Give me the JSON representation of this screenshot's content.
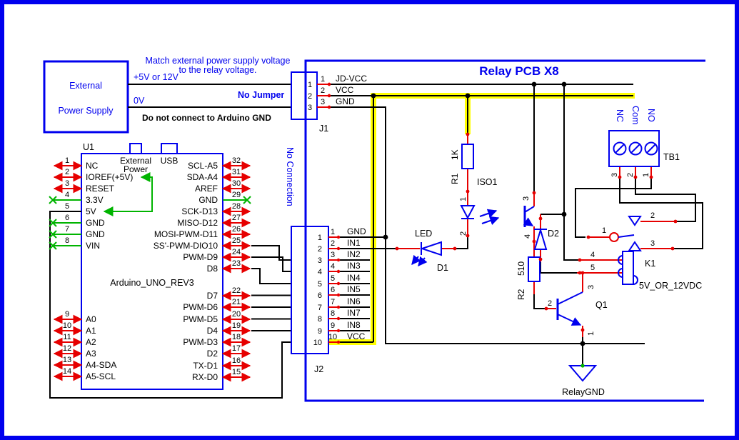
{
  "annotations": {
    "match_line1": "Match external power supply voltage",
    "match_line2": "to the relay voltage.",
    "supply_pos": "+5V or 12V",
    "supply_neg": "0V",
    "no_jumper": "No Jumper",
    "gnd_warning": "Do not connect to Arduino GND",
    "no_connection": "No Connection",
    "board_title": "Relay PCB X8"
  },
  "power_supply": {
    "name_line1": "External",
    "name_line2": "Power Supply"
  },
  "connectors": {
    "j1": {
      "ref": "J1",
      "pins": [
        {
          "num": "1",
          "net": "JD-VCC"
        },
        {
          "num": "2",
          "net": "VCC"
        },
        {
          "num": "3",
          "net": "GND"
        }
      ]
    },
    "j2": {
      "ref": "J2",
      "pins": [
        {
          "num": "1",
          "net": "GND"
        },
        {
          "num": "2",
          "net": "IN1"
        },
        {
          "num": "3",
          "net": "IN2"
        },
        {
          "num": "4",
          "net": "IN3"
        },
        {
          "num": "5",
          "net": "IN4"
        },
        {
          "num": "6",
          "net": "IN5"
        },
        {
          "num": "7",
          "net": "IN6"
        },
        {
          "num": "8",
          "net": "IN7"
        },
        {
          "num": "9",
          "net": "IN8"
        },
        {
          "num": "10",
          "net": "VCC"
        }
      ]
    }
  },
  "arduino": {
    "ref": "U1",
    "part_name": "Arduino_UNO_REV3",
    "ext_power_line1": "External",
    "ext_power_line2": "Power",
    "usb_label": "USB",
    "power_pins": [
      {
        "num": "1",
        "label": "NC"
      },
      {
        "num": "2",
        "label": "IOREF(+5V)"
      },
      {
        "num": "3",
        "label": "RESET"
      },
      {
        "num": "4",
        "label": "3.3V"
      },
      {
        "num": "5",
        "label": "5V"
      },
      {
        "num": "6",
        "label": "GND"
      },
      {
        "num": "7",
        "label": "GND"
      },
      {
        "num": "8",
        "label": "VIN"
      }
    ],
    "analog_pins": [
      {
        "num": "9",
        "label": "A0"
      },
      {
        "num": "10",
        "label": "A1"
      },
      {
        "num": "11",
        "label": "A2"
      },
      {
        "num": "12",
        "label": "A3"
      },
      {
        "num": "13",
        "label": "A4-SDA"
      },
      {
        "num": "14",
        "label": "A5-SCL"
      }
    ],
    "digital_pins_upper": [
      {
        "num": "32",
        "label": "SCL-A5"
      },
      {
        "num": "31",
        "label": "SDA-A4"
      },
      {
        "num": "30",
        "label": "AREF"
      },
      {
        "num": "29",
        "label": "GND"
      },
      {
        "num": "28",
        "label": "SCK-D13"
      },
      {
        "num": "27",
        "label": "MISO-D12"
      },
      {
        "num": "26",
        "label": "MOSI-PWM-D11"
      },
      {
        "num": "25",
        "label": "SS'-PWM-DIO10"
      },
      {
        "num": "24",
        "label": "PWM-D9"
      },
      {
        "num": "23",
        "label": "D8"
      }
    ],
    "digital_pins_lower": [
      {
        "num": "22",
        "label": "D7"
      },
      {
        "num": "21",
        "label": "PWM-D6"
      },
      {
        "num": "20",
        "label": "PWM-D5"
      },
      {
        "num": "19",
        "label": "D4"
      },
      {
        "num": "18",
        "label": "PWM-D3"
      },
      {
        "num": "17",
        "label": "D2"
      },
      {
        "num": "16",
        "label": "TX-D1"
      },
      {
        "num": "15",
        "label": "RX-D0"
      }
    ]
  },
  "relay_channel": {
    "r1": {
      "ref": "R1",
      "value": "1K"
    },
    "r2": {
      "ref": "R2",
      "value": "510"
    },
    "opto": {
      "ref": "ISO1",
      "pin1": "1",
      "pin2": "2",
      "pin3": "3",
      "pin4": "4"
    },
    "input_led": {
      "type_label": "LED",
      "ref": "D1"
    },
    "flyback_diode": {
      "ref": "D2"
    },
    "transistor": {
      "ref": "Q1",
      "pin_base": "2",
      "pin_collector": "3",
      "pin_emitter": "1"
    },
    "relay": {
      "ref": "K1",
      "coil_label": "5V_OR_12VDC",
      "pin_common": "1",
      "pin_no": "2",
      "pin_nc": "3",
      "pin_coil_a": "4",
      "pin_coil_b": "5"
    },
    "terminal_block": {
      "ref": "TB1",
      "label_nc": "NC",
      "label_com": "Com",
      "label_no": "NO",
      "pin_nc": "3",
      "pin_com": "2",
      "pin_no": "1"
    },
    "ground_label": "RelayGND"
  },
  "colors": {
    "accent_blue": "#0000ee",
    "wire_black": "#000000",
    "pin_red": "#e60000",
    "highlight_yellow": "#ffff00",
    "noconnect_green": "#00b400"
  }
}
